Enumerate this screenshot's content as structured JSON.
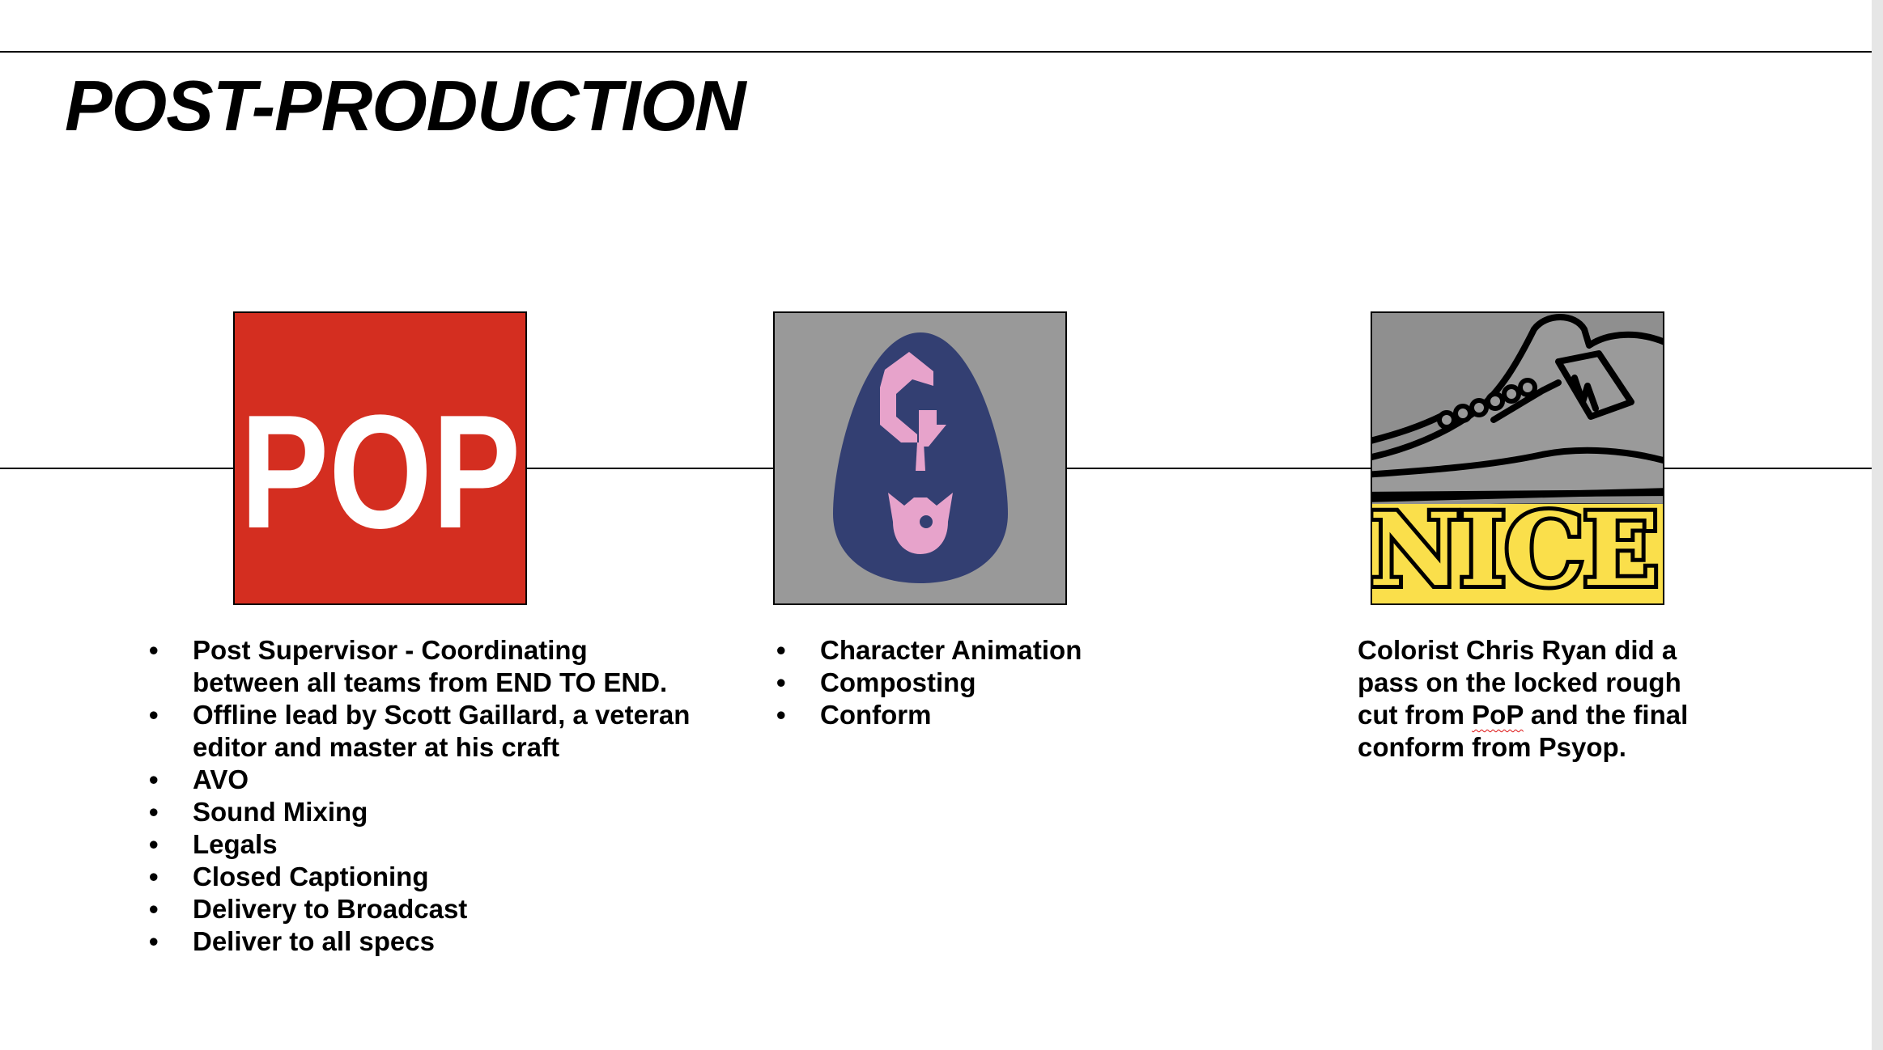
{
  "slide": {
    "title": "POST-PRODUCTION"
  },
  "columns": [
    {
      "logo": {
        "text": "POP",
        "icon": "pop-logo",
        "background": "#d42e20",
        "text_color": "#ffffff"
      },
      "bullets": [
        "Post Supervisor - Coordinating between all teams from END TO END.",
        "Offline lead by Scott Gaillard, a veteran editor and master at his craft",
        "AVO",
        "Sound Mixing",
        "Legals",
        "Closed Captioning",
        "Delivery to Broadcast",
        "Deliver to all specs"
      ]
    },
    {
      "logo": {
        "icon": "psyop-egg-logo",
        "background": "#999999",
        "egg_color": "#333f72",
        "mark_color": "#e7a3cb"
      },
      "bullets": [
        "Character Animation",
        "Composting",
        "Conform"
      ]
    },
    {
      "logo": {
        "text": "NICE",
        "icon": "nice-sneaker-logo",
        "background": "#8f8f8f",
        "text_color": "#fadf4b"
      },
      "paragraph": {
        "before": "Colorist Chris Ryan did a pass on the locked rough cut from ",
        "flagged_word": "PoP",
        "after": " and the final conform from Psyop."
      }
    }
  ]
}
